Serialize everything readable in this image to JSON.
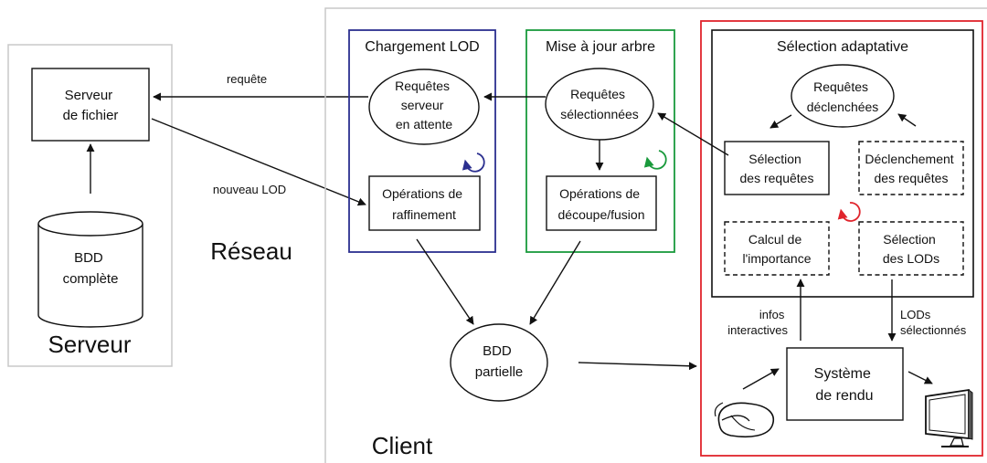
{
  "colors": {
    "server_frame": "#c8c8c8",
    "client_frame": "#c8c8c8",
    "lod_loading": "#2b2f8f",
    "tree_update": "#1a9a3c",
    "adaptive_selection": "#e0242c",
    "ink": "#111111"
  },
  "regions": {
    "server": "Serveur",
    "network": "Réseau",
    "client": "Client"
  },
  "server": {
    "file_server": [
      "Serveur",
      "de fichier"
    ],
    "full_db": [
      "BDD",
      "complète"
    ]
  },
  "network": {
    "request_label": "requête",
    "new_lod_label": "nouveau LOD"
  },
  "lod_loading": {
    "title": "Chargement LOD",
    "pending": [
      "Requêtes",
      "serveur",
      "en attente"
    ],
    "refine": [
      "Opérations de",
      "raffinement"
    ]
  },
  "tree_update": {
    "title": "Mise à jour arbre",
    "selected": [
      "Requêtes",
      "sélectionnées"
    ],
    "split_merge": [
      "Opérations de",
      "découpe/fusion"
    ]
  },
  "adaptive": {
    "title": "Sélection adaptative",
    "triggered": [
      "Requêtes",
      "déclenchées"
    ],
    "select_requests": [
      "Sélection",
      "des requêtes"
    ],
    "trigger_requests": [
      "Déclenchement",
      "des requêtes"
    ],
    "importance": [
      "Calcul de",
      "l'importance"
    ],
    "select_lods": [
      "Sélection",
      "des LODs"
    ]
  },
  "render": {
    "system": [
      "Système",
      "de rendu"
    ],
    "interactive_info": [
      "infos",
      "interactives"
    ],
    "selected_lods": [
      "LODs",
      "sélectionnés"
    ],
    "mouse_icon": "mouse-icon",
    "monitor_icon": "monitor-icon"
  },
  "partial_db": [
    "BDD",
    "partielle"
  ]
}
